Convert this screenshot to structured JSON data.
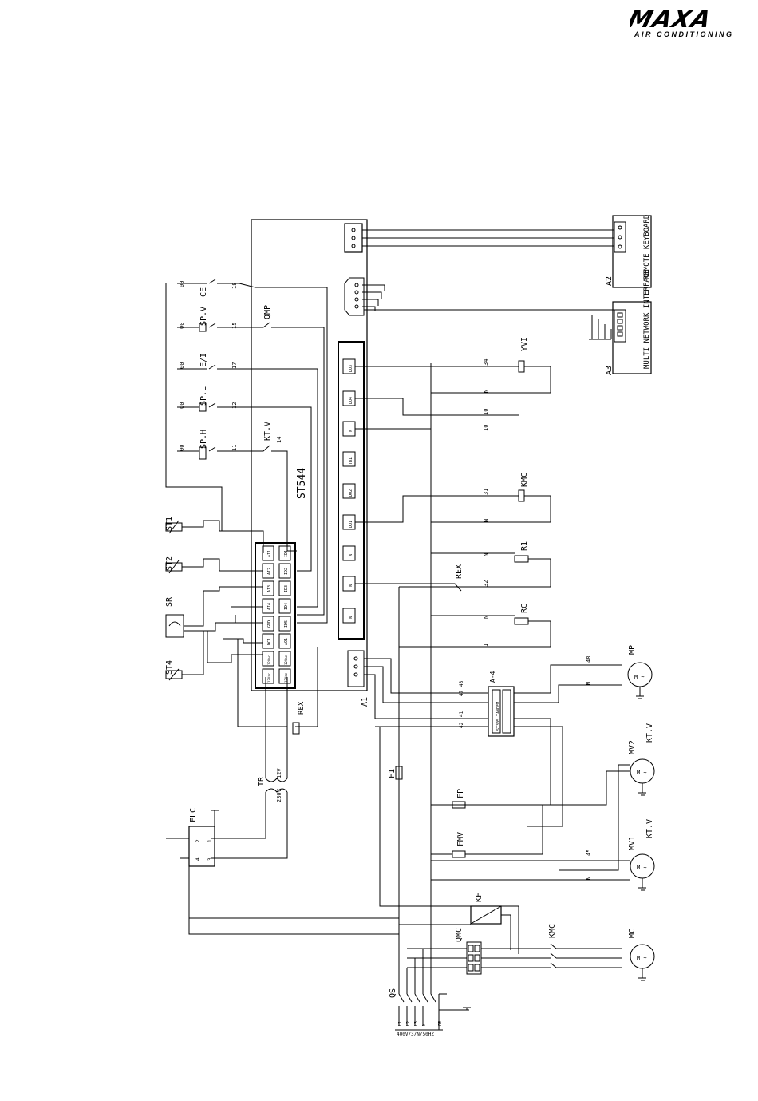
{
  "brand": {
    "logo_text": "MAXA",
    "tagline": "AIR CONDITIONING"
  },
  "controller": {
    "name": "ST544",
    "id": "A1",
    "inputs": [
      "AI1",
      "AI2",
      "AI3",
      "AI4",
      "GND",
      "DC1",
      "12Vac",
      "12Vac"
    ],
    "digital": [
      "ID1",
      "ID2",
      "ID3",
      "ID4",
      "ID5",
      "AO1",
      "12Vac",
      "12Vac"
    ],
    "outputs": [
      "DO3",
      "DO4",
      "N",
      "TB1",
      "DO2",
      "DO1",
      "N",
      "N",
      "N"
    ]
  },
  "remote_keyboard": {
    "id": "A2",
    "label": "REMOTE KEYBOARD"
  },
  "network_interface": {
    "id": "A3",
    "label": "MULTI NETWORK INTERFACE"
  },
  "tandem_module": {
    "id": "A-4",
    "label": "ST305 TANDEM"
  },
  "sensors": [
    "ST1",
    "ST2",
    "SR",
    "ST4"
  ],
  "switches": [
    "SP.V",
    "E/I",
    "SP.L",
    "SP.H",
    "KT.V",
    "CE",
    "QMP"
  ],
  "terminals": [
    "18",
    "15",
    "17",
    "12",
    "11",
    "14",
    "34",
    "N",
    "10",
    "10",
    "31",
    "N",
    "N",
    "32",
    "N",
    "1",
    "48",
    "N",
    "47",
    "48",
    "42",
    "41",
    "45",
    "N"
  ],
  "loads": {
    "valve": "YVI",
    "contactor": "KMC",
    "r1": "R1",
    "rex": "REX",
    "rc": "RC",
    "pump_motor": "MP",
    "fan1": "MV1",
    "fan2": "MV2",
    "compressor": "MC",
    "ktv": "KT.V"
  },
  "protection": {
    "fuse": "F1",
    "fp": "FP",
    "fmv": "FMV",
    "kf": "KF",
    "qmc": "QMC",
    "kmc": "KMC",
    "qs": "QS"
  },
  "transformer": {
    "name": "TR",
    "primary": "230V",
    "secondary": "12V"
  },
  "flc": {
    "name": "FLC",
    "pins": [
      "2",
      "1",
      "4",
      "3"
    ]
  },
  "supply": {
    "lines": [
      "L1",
      "L2",
      "L3",
      "N",
      "PE"
    ],
    "rating": "400V/3/N/50HZ"
  }
}
